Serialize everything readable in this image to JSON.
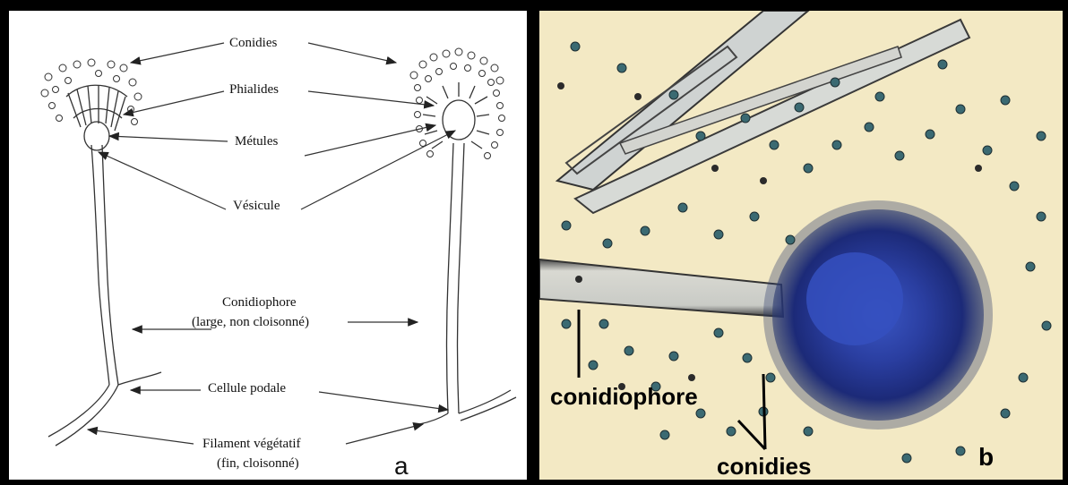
{
  "panel_a": {
    "labels": {
      "conidies": "Conidies",
      "phialides": "Phialides",
      "metules": "Métules",
      "vesicule": "Vésicule",
      "conidiophore_line1": "Conidiophore",
      "conidiophore_line2": "(large, non cloisonné)",
      "cellule_podale": "Cellule podale",
      "filament_line1": "Filament végétatif",
      "filament_line2": "(fin, cloisonné)"
    },
    "panel_letter": "a"
  },
  "panel_b": {
    "labels": {
      "conidiophore": "conidiophore",
      "conidies": "conidies"
    },
    "panel_letter": "b"
  },
  "colors": {
    "micrograph_background": "#f3e9c4",
    "conidial_head": "#1f2f8a",
    "vesicle": "#2d45b0",
    "spore": "#3b6a72"
  }
}
